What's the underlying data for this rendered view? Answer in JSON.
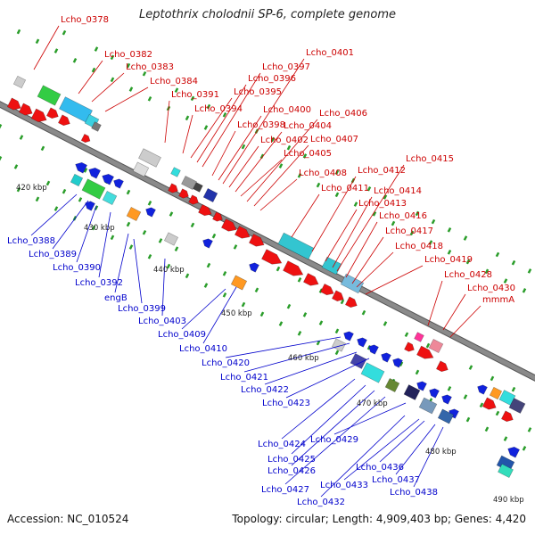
{
  "title": "Leptothrix cholodnii SP-6, complete genome",
  "footer": {
    "accession": "Accession: NC_010524",
    "summary": "Topology: circular; Length: 4,909,403 bp; Genes: 4,420"
  },
  "colors": {
    "forward_label": "#cc0000",
    "reverse_label": "#0000cc",
    "backbone": "#8a8a8a"
  },
  "axis_ticks": [
    "420 kbp",
    "430 kbp",
    "440 kbp",
    "450 kbp",
    "460 kbp",
    "470 kbp",
    "480 kbp",
    "490 kbp"
  ],
  "top_genes": [
    "Lcho_0378",
    "Lcho_0382",
    "Lcho_0383",
    "Lcho_0384",
    "Lcho_0391",
    "Lcho_0394",
    "Lcho_0395",
    "Lcho_0396",
    "Lcho_0397",
    "Lcho_0398",
    "Lcho_0400",
    "Lcho_0401",
    "Lcho_0402",
    "Lcho_0404",
    "Lcho_0405",
    "Lcho_0406",
    "Lcho_0407",
    "Lcho_0408",
    "Lcho_0411",
    "Lcho_0412",
    "Lcho_0413",
    "Lcho_0414",
    "Lcho_0415",
    "Lcho_0416",
    "Lcho_0417",
    "Lcho_0418",
    "Lcho_0419",
    "Lcho_0428",
    "Lcho_0430",
    "mmmA"
  ],
  "bottom_genes": [
    "Lcho_0388",
    "Lcho_0389",
    "Lcho_0390",
    "Lcho_0392",
    "engB",
    "Lcho_0399",
    "Lcho_0403",
    "Lcho_0409",
    "Lcho_0410",
    "Lcho_0420",
    "Lcho_0421",
    "Lcho_0422",
    "Lcho_0423",
    "Lcho_0424",
    "Lcho_0425",
    "Lcho_0426",
    "Lcho_0427",
    "Lcho_0429",
    "Lcho_0432",
    "Lcho_0433",
    "Lcho_0436",
    "Lcho_0437",
    "Lcho_0438"
  ]
}
